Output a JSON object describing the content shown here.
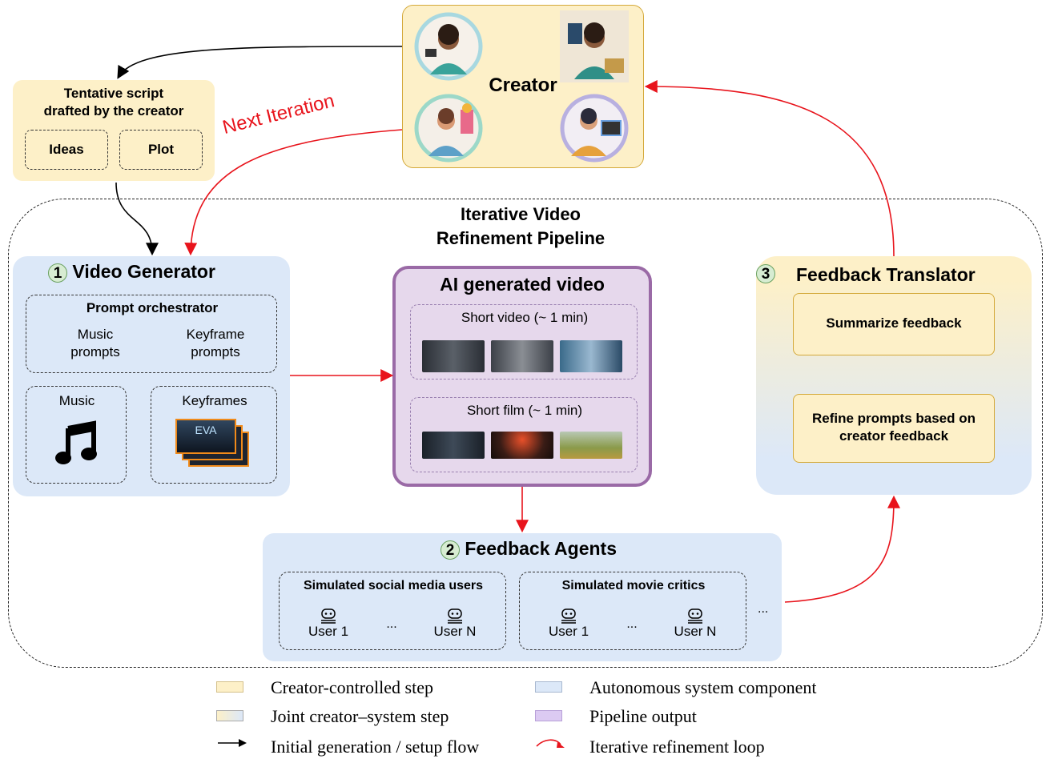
{
  "creator": {
    "label": "Creator"
  },
  "script_box": {
    "title_line1": "Tentative script",
    "title_line2": "drafted by the creator",
    "ideas": "Ideas",
    "plot": "Plot"
  },
  "next_iteration": "Next Iteration",
  "pipeline": {
    "title_line1": "Iterative Video",
    "title_line2": "Refinement Pipeline"
  },
  "video_generator": {
    "number": "1",
    "title": "Video Generator",
    "orchestrator_title": "Prompt orchestrator",
    "music_prompts_line1": "Music",
    "music_prompts_line2": "prompts",
    "keyframe_prompts_line1": "Keyframe",
    "keyframe_prompts_line2": "prompts",
    "music": "Music",
    "keyframes": "Keyframes",
    "keyframe_text": "EVA"
  },
  "ai_video": {
    "title": "AI generated video",
    "short_video": "Short video (~ 1 min)",
    "short_film": "Short film (~ 1 min)"
  },
  "feedback_translator": {
    "number": "3",
    "title": "Feedback Translator",
    "summarize": "Summarize feedback",
    "refine_line1": "Refine prompts based on",
    "refine_line2": "creator feedback"
  },
  "feedback_agents": {
    "number": "2",
    "title": "Feedback Agents",
    "social_title": "Simulated social media users",
    "critics_title": "Simulated movie critics",
    "user1": "User 1",
    "usern": "User N",
    "dots": "...",
    "more": "..."
  },
  "legend": {
    "creator_step": "Creator-controlled step",
    "joint_step": "Joint creator–system step",
    "initial_flow": "Initial generation / setup flow",
    "autonomous": "Autonomous system component",
    "output": "Pipeline output",
    "loop": "Iterative refinement loop"
  },
  "colors": {
    "creator_yellow": "#fdf0c8",
    "system_blue": "#dce8f8",
    "output_purple": "#e6d8ec",
    "output_border": "#9a6aa6",
    "loop_red": "#e8141c",
    "badge_green": "#d7ecd2"
  },
  "icons": [
    "music-note-icon",
    "robot-icon",
    "creator-portrait-icon"
  ]
}
